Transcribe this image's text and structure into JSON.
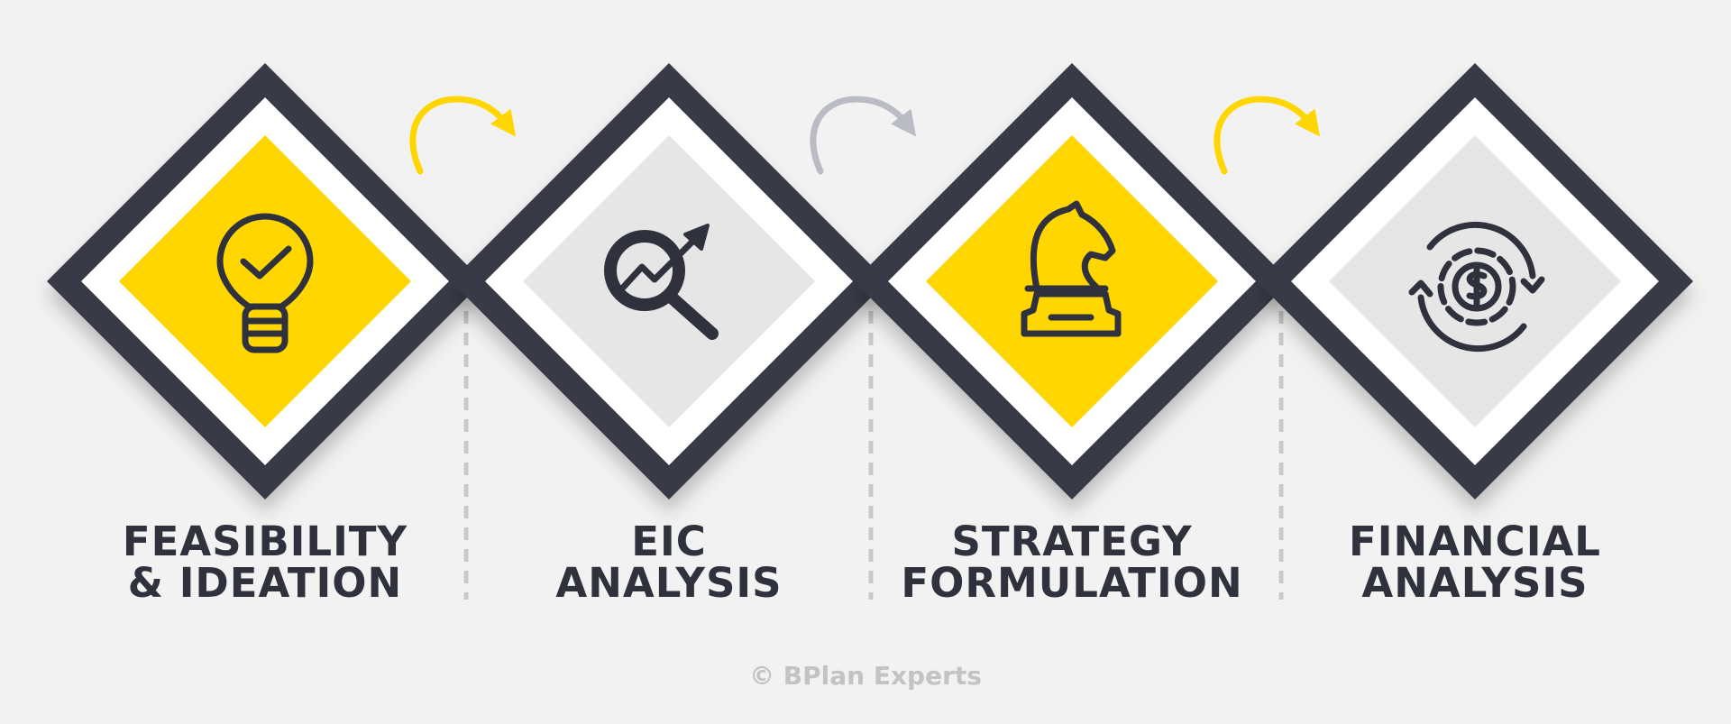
{
  "steps": [
    {
      "line1": "FEASIBILITY",
      "line2": "& IDEATION",
      "icon": "lightbulb-check-icon",
      "fill": "#ffd600",
      "arrow_color": "#ffd600"
    },
    {
      "line1": "EIC",
      "line2": "ANALYSIS",
      "icon": "magnifier-growth-chart-icon",
      "fill": "#e6e6e6",
      "arrow_color": "#b9bcc2"
    },
    {
      "line1": "STRATEGY",
      "line2": "FORMULATION",
      "icon": "chess-knight-icon",
      "fill": "#ffd600",
      "arrow_color": "#ffd600"
    },
    {
      "line1": "FINANCIAL",
      "line2": "ANALYSIS",
      "icon": "gear-dollar-cycle-icon",
      "fill": "#e6e6e6"
    }
  ],
  "colors": {
    "frame": "#373b47",
    "text": "#2f323d",
    "yellow": "#ffd600",
    "grey": "#e6e6e6",
    "divider": "#c8c8c8"
  },
  "footer": {
    "copyright": "© BPlan Experts"
  }
}
